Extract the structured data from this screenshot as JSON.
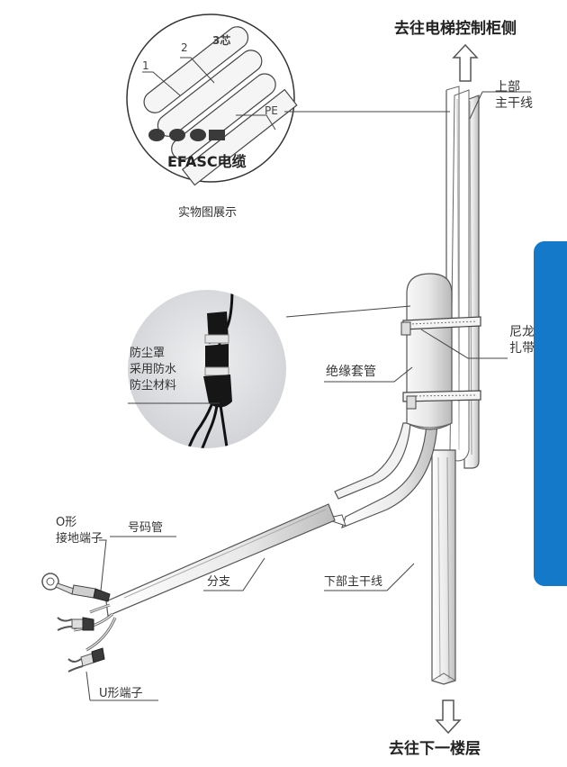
{
  "title_top": "去往电梯控制柜侧",
  "title_bottom": "去往下一楼层",
  "cable": {
    "name": "EFASC电缆",
    "caption": "实物图展示",
    "core_1": "1",
    "core_2": "2",
    "cores_label": "3芯",
    "pe_label": "PE"
  },
  "labels": {
    "upper_trunk": "上部\n主干线",
    "nylon_tie": "尼龙\n扎带",
    "insulation_sleeve": "绝缘套管",
    "dust_cover": "防尘罩\n采用防水\n防尘材料",
    "o_terminal": "O形\n接地端子",
    "marker_tube": "号码管",
    "branch": "分支",
    "lower_trunk": "下部主干线",
    "u_terminal": "U形端子"
  },
  "colors": {
    "accent_tab": "#1479c9",
    "line": "#444444",
    "photo_bg": "#dedfe1"
  }
}
